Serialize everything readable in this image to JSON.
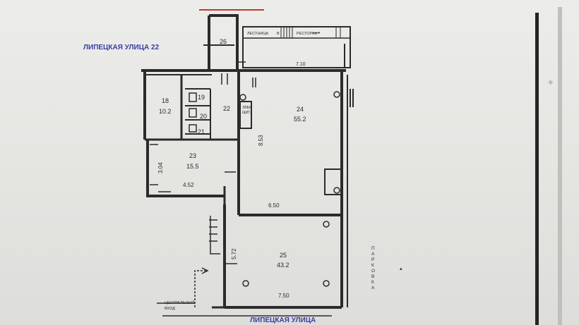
{
  "street_top": "ЛИПЕЦКАЯ УЛИЦА 22",
  "street_bottom": "ЛИПЕЦКАЯ УЛИЦА",
  "parking": "ПАРКОВКА",
  "stairs_label": "ЛЕСТНИЦА",
  "stairs_to": "В",
  "restaurant": "РЕСТОРАН",
  "entrance_line1": "ЦЕНТРАЛЬНЫЙ",
  "entrance_line2": "ВХОД",
  "electrical_line1": "ЭЛЕК.",
  "electrical_line2": "ЩИТ.",
  "rooms": [
    {
      "number": "26",
      "area": ""
    },
    {
      "number": "18",
      "area": "10.2"
    },
    {
      "number": "19",
      "area": ""
    },
    {
      "number": "20",
      "area": ""
    },
    {
      "number": "21",
      "area": ""
    },
    {
      "number": "22",
      "area": ""
    },
    {
      "number": "23",
      "area": "15.5"
    },
    {
      "number": "24",
      "area": "55.2"
    },
    {
      "number": "25",
      "area": "43.2"
    }
  ],
  "dimensions": {
    "corridor_len": "7.10",
    "room24_height": "8.53",
    "room24_width": "6.50",
    "room23_height": "3.04",
    "room23_width": "4.52",
    "room25_height": "5.72",
    "room25_width": "7.50"
  },
  "colors": {
    "wall": "#2b2b2b",
    "street_label": "#3c3ca8",
    "top_mark": "#c0392b"
  }
}
